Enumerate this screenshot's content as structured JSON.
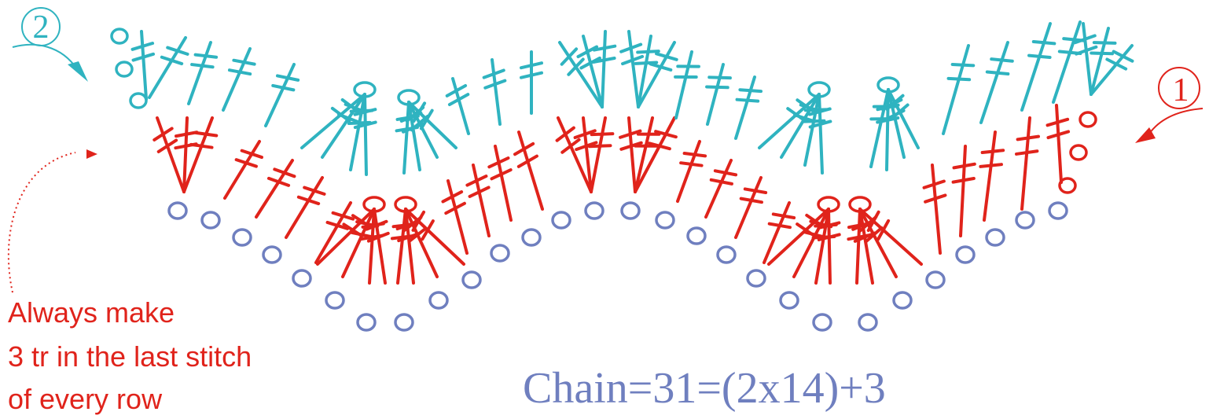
{
  "note": {
    "lines": [
      "Always make",
      "3 tr in the last stitch",
      "of every row"
    ]
  },
  "formula": "Chain=31=(2x14)+3",
  "row_labels": {
    "row1": "1",
    "row2": "2"
  },
  "colors": {
    "chain": "#6f7fbf",
    "row1": "#e0231b",
    "row2": "#2fb3c0",
    "note": "#e0231b"
  },
  "icons": {
    "chain_stitch": "open-oval",
    "treble": "line-with-two-crossbars",
    "cluster_top": "small-oval",
    "direction": "arrowhead"
  }
}
